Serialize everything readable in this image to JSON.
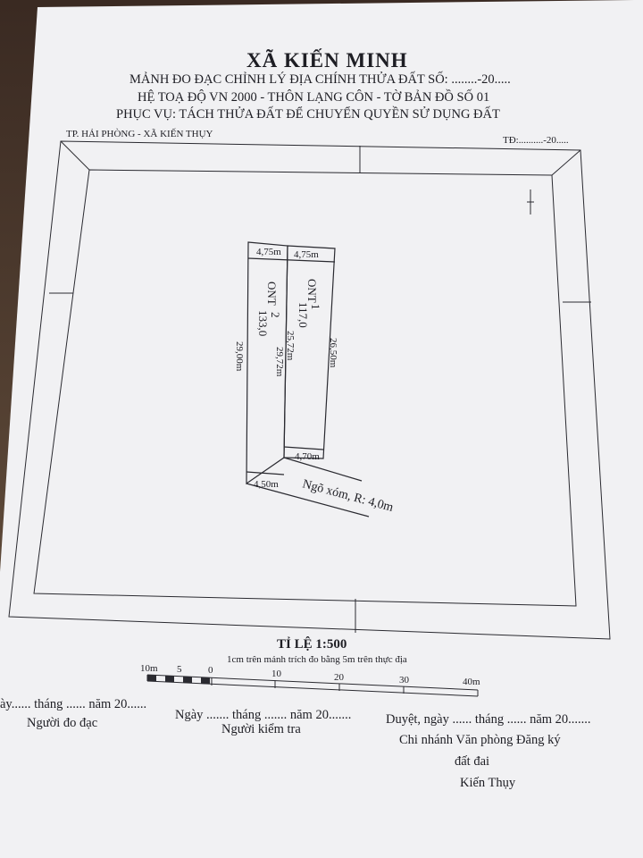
{
  "header": {
    "title": "XÃ KIẾN MINH",
    "line1": "MẢNH ĐO ĐẠC CHỈNH LÝ ĐỊA CHÍNH THỬA ĐẤT SỐ: ........-20.....",
    "line2": "HỆ TOẠ ĐỘ VN 2000 - THÔN LẠNG CÔN - TỜ BẢN ĐỒ SỐ 01",
    "line3": "PHỤC VỤ: TÁCH THỬA ĐẤT ĐỂ CHUYỂN QUYỀN SỬ DỤNG ĐẤT"
  },
  "frame": {
    "left_label": "TP. HẢI PHÒNG - XÃ KIẾN THỤY",
    "right_label": "TĐ:..........-20....."
  },
  "parcels": [
    {
      "number": "1",
      "land_type": "ONT",
      "area": "117,0",
      "width_top": "4,75m",
      "width_bottom": "4,70m",
      "side_right": "26,50m"
    },
    {
      "number": "2",
      "land_type": "ONT",
      "area": "133,0",
      "width_top": "4,75m",
      "width_bottom": "4,50m",
      "side_left": "29,00m"
    }
  ],
  "shared_side": "25,72m",
  "shared_side_2": "29,72m",
  "road_label": "Ngõ xóm, R: 4,0m",
  "scale": {
    "title": "TỈ LỆ 1:500",
    "note": "1cm trên mảnh trích đo bằng 5m trên thực địa",
    "ticks": [
      "10m",
      "5",
      "0",
      "10",
      "20",
      "30",
      "40m"
    ]
  },
  "signatures": {
    "left_date": "ày...... tháng ...... năm 20......",
    "left_role": "Người đo đạc",
    "mid_date": "Ngày ....... tháng ....... năm 20.......",
    "mid_role": "Người kiểm tra",
    "right_date": "Duyệt, ngày ...... tháng ...... năm 20.......",
    "right_role_1": "Chi nhánh Văn phòng Đăng ký",
    "right_role_2": "đất đai",
    "right_role_3": "Kiến Thụy"
  },
  "colors": {
    "paper": "#f1f1f3",
    "ink": "#1e1e24",
    "background": "#4a3a30"
  }
}
